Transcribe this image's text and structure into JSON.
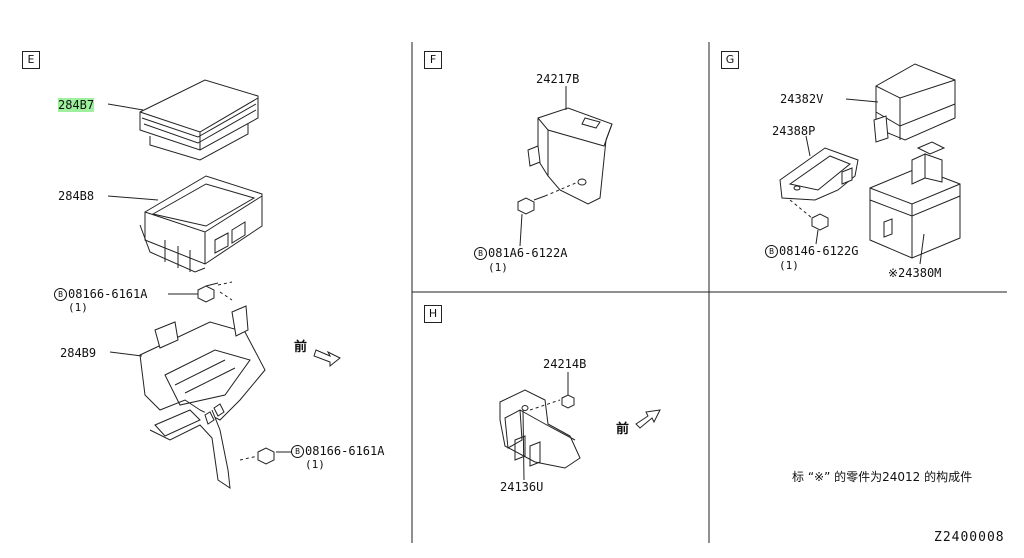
{
  "sections": [
    {
      "id": "E"
    },
    {
      "id": "F"
    },
    {
      "id": "G"
    },
    {
      "id": "H"
    }
  ],
  "parts": {
    "p28487": "284B7",
    "p28488": "284B8",
    "p28489": "284B9",
    "bolt_e1": "08166-6161A",
    "bolt_e1_qty": "(1)",
    "bolt_e2": "08166-6161A",
    "bolt_e2_qty": "(1)",
    "p24217b": "24217B",
    "bolt_f": "081A6-6122A",
    "bolt_f_qty": "(1)",
    "p24382v": "24382V",
    "p24388p": "24388P",
    "bolt_g": "08146-6122G",
    "bolt_g_qty": "(1)",
    "p24380m": "※24380M",
    "p24214b": "24214B",
    "p24136u": "24136U"
  },
  "bolt_symbol": "B",
  "front_mark": "前",
  "footnote": "标 “※” 的零件为24012 的构成件",
  "diagram_code": "Z2400008",
  "highlight_color": "#9ef09e"
}
